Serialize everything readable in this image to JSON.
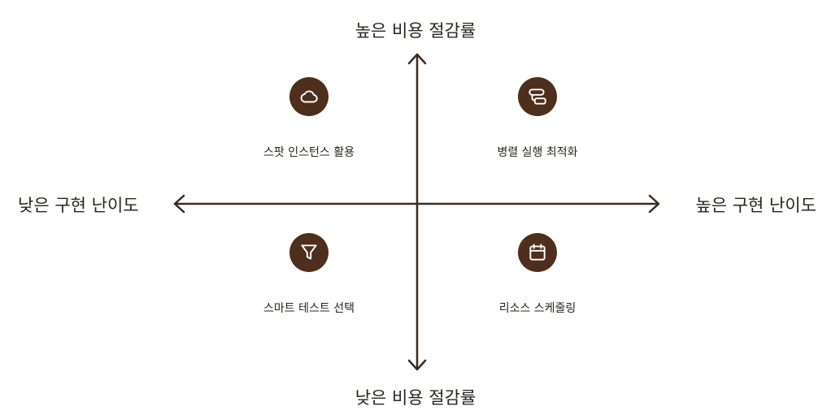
{
  "axes": {
    "top": "높은 비용 절감률",
    "bottom": "낮은 비용 절감률",
    "left": "낮은 구현 난이도",
    "right": "높은 구현 난이도"
  },
  "colors": {
    "axis": "#3d2a1e",
    "icon_bg": "#4e2e1c",
    "icon_fg": "#ffffff"
  },
  "quadrants": {
    "top_left": {
      "label": "스팟 인스턴스 활용",
      "icon": "cloud-icon"
    },
    "top_right": {
      "label": "병렬 실행 최적화",
      "icon": "split-boxes-icon"
    },
    "bottom_left": {
      "label": "스마트 테스트 선택",
      "icon": "filter-icon"
    },
    "bottom_right": {
      "label": "리소스 스케줄링",
      "icon": "calendar-icon"
    }
  }
}
